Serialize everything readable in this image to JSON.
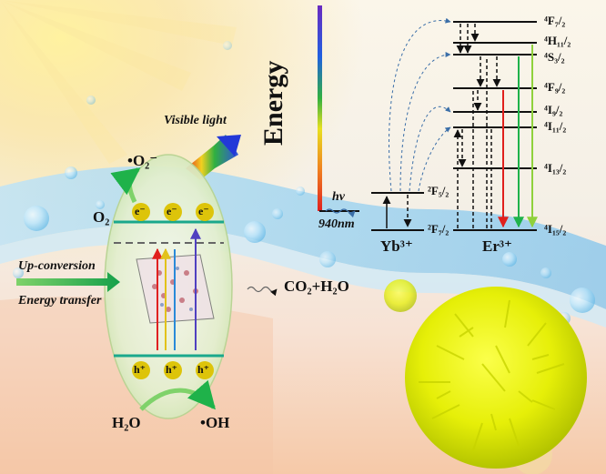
{
  "labels": {
    "visible_light": "Visible light",
    "o2_radical": "•O₂⁻",
    "o2": "O₂",
    "electron": "e⁻",
    "hole": "h⁺",
    "up_conversion": "Up-conversion",
    "energy_transfer": "Energy transfer",
    "products": "CO₂+H₂O",
    "h2o": "H₂O",
    "oh_radical": "•OH",
    "energy_axis": "Energy",
    "hv": "hv",
    "wavelength": "940nm"
  },
  "yb": {
    "ion": "Yb³⁺",
    "levels": [
      "²F₅/₂",
      "²F₇/₂"
    ]
  },
  "er": {
    "ion": "Er³⁺",
    "levels": [
      "⁴F₇/₂",
      "⁴H₁₁/₂",
      "⁴S₃/₂",
      "⁴F₉/₂",
      "⁴I₉/₂",
      "⁴I₁₁/₂",
      "⁴I₁₃/₂",
      "⁴I₁₅/₂"
    ]
  },
  "colors": {
    "up_arrow": "#15a04a",
    "emission_red": "#e0201c",
    "emission_green": "#1fb24a",
    "emission_lightgreen": "#8fd13c",
    "band_line": "#1aa88c",
    "bubble": "#7ecbef",
    "sphere": "#e5f000"
  }
}
